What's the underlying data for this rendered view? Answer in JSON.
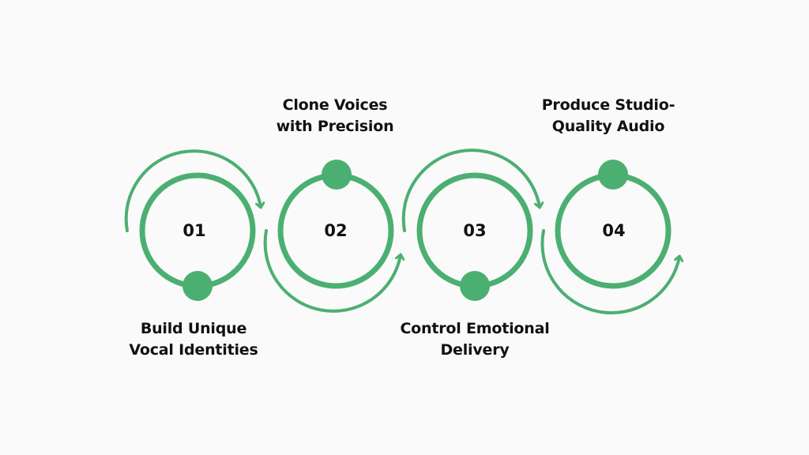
{
  "colors": {
    "background": "#fafafa",
    "accent": "#4caf72",
    "text": "#111111"
  },
  "steps": [
    {
      "number": "01",
      "title_lines": [
        "Build Unique",
        "Vocal Identities"
      ],
      "label_position": "bottom",
      "dot_position": "bottom"
    },
    {
      "number": "02",
      "title_lines": [
        "Clone Voices",
        "with Precision"
      ],
      "label_position": "top",
      "dot_position": "top"
    },
    {
      "number": "03",
      "title_lines": [
        "Control Emotional",
        "Delivery"
      ],
      "label_position": "bottom",
      "dot_position": "bottom"
    },
    {
      "number": "04",
      "title_lines": [
        "Produce Studio-",
        "Quality Audio"
      ],
      "label_position": "top",
      "dot_position": "top"
    }
  ]
}
